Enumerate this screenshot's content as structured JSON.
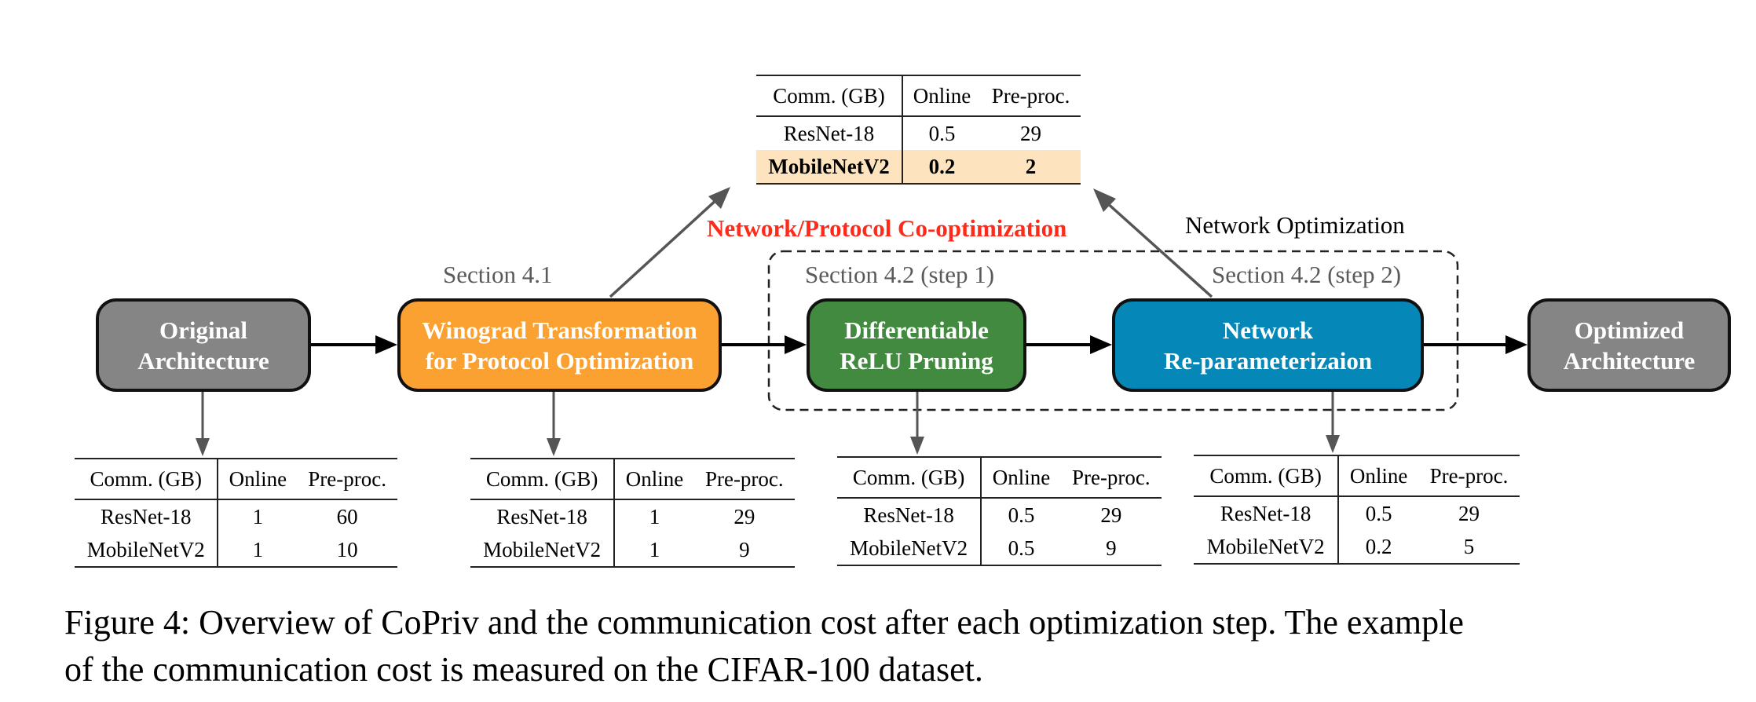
{
  "figure": {
    "caption_lines": [
      "Figure 4: Overview of CoPriv and the communication cost after each optimization step. The example",
      "of the communication cost is measured on the CIFAR-100 dataset."
    ]
  },
  "colors": {
    "original": "#858585",
    "winograd": "#fba131",
    "pruning": "#428a3f",
    "reparam": "#0587b8",
    "optimized": "#858585",
    "highlight_row": "#fde4bf",
    "coopt_label": "#ff2a1a",
    "arrow_gray": "#555555"
  },
  "boxes": [
    {
      "id": "original",
      "lines": [
        "Original",
        "Architecture"
      ]
    },
    {
      "id": "winograd",
      "lines": [
        "Winograd Transformation",
        "for Protocol Optimization"
      ]
    },
    {
      "id": "pruning",
      "lines": [
        "Differentiable",
        "ReLU Pruning"
      ]
    },
    {
      "id": "reparam",
      "lines": [
        "Network",
        "Re-parameterizaion"
      ]
    },
    {
      "id": "optimized",
      "lines": [
        "Optimized",
        "Architecture"
      ]
    }
  ],
  "labels": {
    "section_41": "Section 4.1",
    "section_42_step1": "Section 4.2 (step 1)",
    "section_42_step2": "Section 4.2 (step 2)",
    "coopt": "Network/Protocol Co-optimization",
    "net_opt": "Network Optimization"
  },
  "tables": {
    "headers": [
      "Comm. (GB)",
      "Online",
      "Pre-proc."
    ],
    "top": {
      "rows": [
        {
          "model": "ResNet-18",
          "online": "0.5",
          "preproc": "29",
          "highlight": false
        },
        {
          "model": "MobileNetV2",
          "online": "0.2",
          "preproc": "2",
          "highlight": true
        }
      ]
    },
    "original": {
      "rows": [
        {
          "model": "ResNet-18",
          "online": "1",
          "preproc": "60"
        },
        {
          "model": "MobileNetV2",
          "online": "1",
          "preproc": "10"
        }
      ]
    },
    "winograd": {
      "rows": [
        {
          "model": "ResNet-18",
          "online": "1",
          "preproc": "29"
        },
        {
          "model": "MobileNetV2",
          "online": "1",
          "preproc": "9"
        }
      ]
    },
    "pruning": {
      "rows": [
        {
          "model": "ResNet-18",
          "online": "0.5",
          "preproc": "29"
        },
        {
          "model": "MobileNetV2",
          "online": "0.5",
          "preproc": "9"
        }
      ]
    },
    "reparam": {
      "rows": [
        {
          "model": "ResNet-18",
          "online": "0.5",
          "preproc": "29"
        },
        {
          "model": "MobileNetV2",
          "online": "0.2",
          "preproc": "5"
        }
      ]
    }
  }
}
